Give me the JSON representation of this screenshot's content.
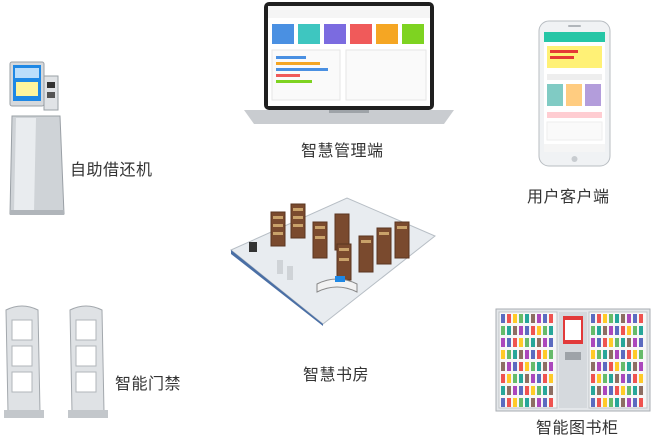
{
  "labels": {
    "kiosk": "自助借还机",
    "laptop": "智慧管理端",
    "phone": "用户客户端",
    "gates": "智能门禁",
    "room": "智慧书房",
    "cabinet": "智能图书柜"
  },
  "colors": {
    "laptop_tiles": [
      "#4a90e2",
      "#3ec6c0",
      "#7b6be0",
      "#f05a5a",
      "#f5a623",
      "#7ed321"
    ],
    "phone_accent": "#26c6a6",
    "cabinet_screen": "#e23a3a"
  },
  "icons": [
    "kiosk-device",
    "laptop-device",
    "phone-device",
    "security-gate",
    "library-room",
    "book-cabinet"
  ]
}
